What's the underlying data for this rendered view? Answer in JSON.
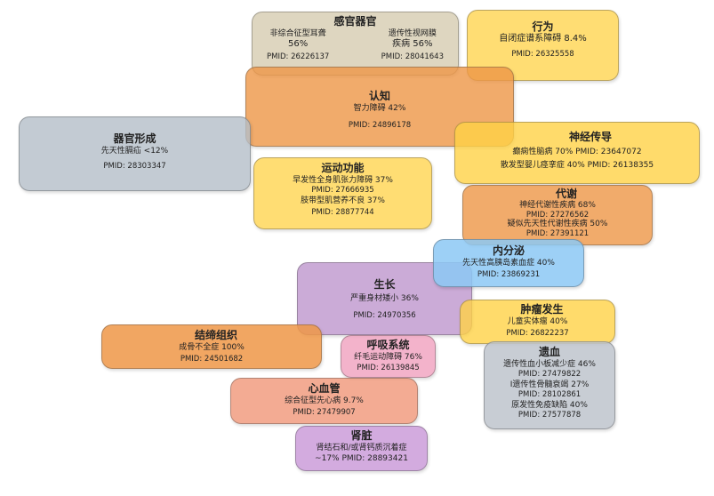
{
  "sensory": {
    "title": "感官器官",
    "left_name": "非综合征型耳聋",
    "left_pct": "56%",
    "left_pmid": "PMID: 26226137",
    "right_name_1": "遗传性视网膜",
    "right_name_2": "疾病  56%",
    "right_pmid": "PMID: 28041643"
  },
  "behavior": {
    "title": "行为",
    "line": "自闭症谱系障碍 8.4%",
    "pmid": "PMID: 26325558"
  },
  "cognition": {
    "title": "认知",
    "line": "智力障碍 42%",
    "pmid": "PMID: 24896178"
  },
  "organogenesis": {
    "title": "器官形成",
    "line": "先天性膈疝 <12%",
    "pmid": "PMID: 28303347"
  },
  "neuro": {
    "title": "神经传导",
    "line1": "癫痫性脑病 70%   PMID: 23647072",
    "line2": "散发型婴儿痉挛症 40%   PMID: 26138355"
  },
  "motor": {
    "title": "运动功能",
    "line1": "早发性全身肌张力障碍 37%",
    "pmid1": "PMID: 27666935",
    "line2": "肢带型肌营养不良 37%",
    "pmid2": "PMID: 28877744"
  },
  "metabolism": {
    "title": "代谢",
    "line1": "神经代谢性疾病 68%",
    "pmid1": "PMID: 27276562",
    "line2": "疑似先天性代谢性疾病 50%",
    "pmid2": "PMID: 27391121"
  },
  "endocrine": {
    "title": "内分泌",
    "line": "先天性高胰岛素血症 40%",
    "pmid": "PMID: 23869231"
  },
  "growth": {
    "title": "生长",
    "line": "严重身材矮小 36%",
    "pmid": "PMID: 24970356"
  },
  "tumor": {
    "title": "肿瘤发生",
    "line": "儿童实体瘤 40%",
    "pmid": "PMID: 26822237"
  },
  "connective": {
    "title": "结缔组织",
    "line": "成骨不全症  100%",
    "pmid": "PMID: 24501682"
  },
  "respiratory": {
    "title": "呼吸系统",
    "line": "纤毛运动障碍 76%",
    "pmid": "PMID: 26139845"
  },
  "hematology": {
    "title": "遗血",
    "line1": "遗传性血小板减少症 46%",
    "pmid1": "PMID: 27479822",
    "line2": "I遗传性骨髓衰竭 27%",
    "pmid2": "PMID: 28102861",
    "line3": "原发性免疫缺陷 40%",
    "pmid3": "PMID: 27577878"
  },
  "cardio": {
    "title": "心血管",
    "line": "综合征型先心病 9.7%",
    "pmid": "PMID: 27479907"
  },
  "kidney": {
    "title": "肾脏",
    "line1": "肾结石和/或肾钙质沉着症",
    "line2": "~17%   PMID: 28893421"
  }
}
